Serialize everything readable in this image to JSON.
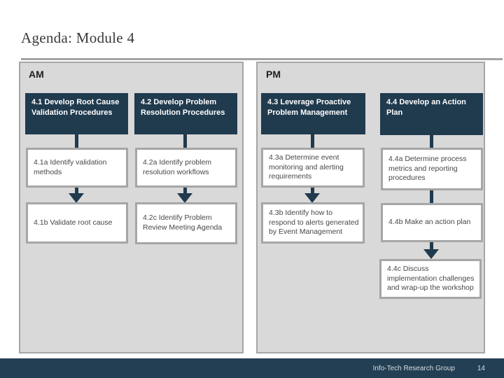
{
  "slide": {
    "title": "Agenda: Module 4",
    "footer": {
      "brand": "Info-Tech Research Group",
      "page": "14"
    },
    "palette": {
      "header_navy": "#203A4E",
      "footer_navy": "#233F54",
      "panel_fill": "#D9D9D9",
      "panel_border": "#A6A6A6",
      "box_text": "#474747",
      "arrow_navy": "#203A4E"
    }
  },
  "panels": [
    {
      "label": "AM",
      "columns": [
        {
          "header": "4.1 Develop Root Cause Validation Procedures",
          "steps": [
            "4.1a Identify validation methods",
            "4.1b Validate root cause"
          ]
        },
        {
          "header": "4.2 Develop Problem Resolution Procedures",
          "steps": [
            "4.2a Identify problem resolution workflows",
            "4.2c Identify Problem Review Meeting Agenda"
          ]
        }
      ]
    },
    {
      "label": "PM",
      "columns": [
        {
          "header": "4.3 Leverage Proactive Problem Management",
          "steps": [
            "4.3a Determine event monitoring and alerting requirements",
            "4.3b Identify how to respond to alerts generated by Event Management"
          ]
        },
        {
          "header": "4.4 Develop an Action Plan",
          "steps": [
            "4.4a Determine process metrics and reporting procedures",
            "4.4b Make an action plan",
            "4.4c Discuss implementation challenges and wrap-up the workshop"
          ]
        }
      ]
    }
  ]
}
